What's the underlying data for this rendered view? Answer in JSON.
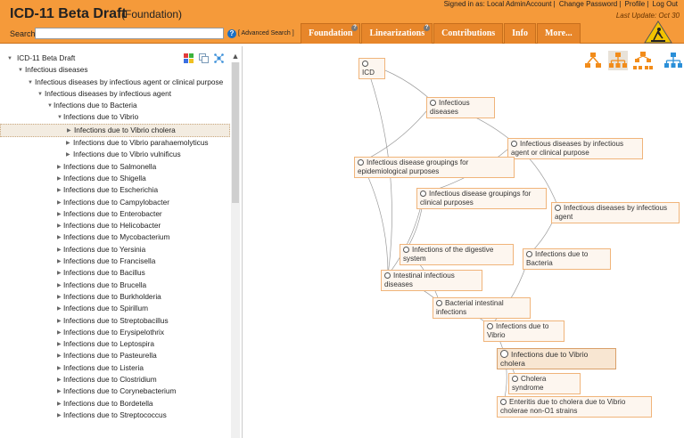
{
  "header": {
    "title": "ICD-11 Beta Draft",
    "subtitle": "(Foundation)",
    "signed_in": "Signed in as: Local AdminAccount",
    "change_password": "Change Password",
    "profile": "Profile",
    "logout": "Log Out",
    "last_update": "Last Update: Oct 30",
    "search_label": "Search",
    "search_value": "",
    "advanced_search": "[ Advanced Search ]",
    "tabs": [
      {
        "label": "Foundation",
        "help": true
      },
      {
        "label": "Linearizations",
        "help": true
      },
      {
        "label": "Contributions",
        "help": false
      },
      {
        "label": "Info",
        "help": false
      },
      {
        "label": "More...",
        "help": false
      }
    ]
  },
  "tree": [
    {
      "label": "ICD-11 Beta Draft",
      "level": 0,
      "arrow": "down"
    },
    {
      "label": "Infectious diseases",
      "level": 1,
      "arrow": "down"
    },
    {
      "label": "Infectious diseases by infectious agent or clinical purpose",
      "level": 2,
      "arrow": "down"
    },
    {
      "label": "Infectious diseases by infectious agent",
      "level": 3,
      "arrow": "down"
    },
    {
      "label": "Infections due to Bacteria",
      "level": 4,
      "arrow": "down"
    },
    {
      "label": "Infections due to Vibrio",
      "level": 5,
      "arrow": "down"
    },
    {
      "label": "Infections due to Vibrio cholera",
      "level": 6,
      "arrow": "right",
      "selected": true
    },
    {
      "label": "Infections due to Vibrio parahaemolyticus",
      "level": 6,
      "arrow": "right"
    },
    {
      "label": "",
      "level": 6,
      "arrow": "none"
    },
    {
      "label": "Infections due to Vibrio vulnificus",
      "level": 6,
      "arrow": "right"
    },
    {
      "label": "Infections due to Salmonella",
      "level": 5,
      "arrow": "right"
    },
    {
      "label": "Infections due to Shigella",
      "level": 5,
      "arrow": "right"
    },
    {
      "label": "Infections due to Escherichia",
      "level": 5,
      "arrow": "right"
    },
    {
      "label": "Infections due to Campylobacter",
      "level": 5,
      "arrow": "right"
    },
    {
      "label": "Infections due to Enterobacter",
      "level": 5,
      "arrow": "right"
    },
    {
      "label": "Infections due to Helicobacter",
      "level": 5,
      "arrow": "right"
    },
    {
      "label": "Infections due to Mycobacterium",
      "level": 5,
      "arrow": "right"
    },
    {
      "label": "Infections due to Yersinia",
      "level": 5,
      "arrow": "right"
    },
    {
      "label": "Infections due to Francisella",
      "level": 5,
      "arrow": "right"
    },
    {
      "label": "Infections due to Bacillus",
      "level": 5,
      "arrow": "right"
    },
    {
      "label": "Infections due to Brucella",
      "level": 5,
      "arrow": "right"
    },
    {
      "label": "Infections due to Burkholderia",
      "level": 5,
      "arrow": "right"
    },
    {
      "label": "Infections due to Spirillum",
      "level": 5,
      "arrow": "right"
    },
    {
      "label": "Infections due to Streptobacillus",
      "level": 5,
      "arrow": "right"
    },
    {
      "label": "Infections due to Erysipelothrix",
      "level": 5,
      "arrow": "right"
    },
    {
      "label": "Infections due to Leptospira",
      "level": 5,
      "arrow": "right"
    },
    {
      "label": "Infections due to Pasteurella",
      "level": 5,
      "arrow": "right"
    },
    {
      "label": "Infections due to Listeria",
      "level": 5,
      "arrow": "right"
    },
    {
      "label": "Infections due to Clostridium",
      "level": 5,
      "arrow": "right"
    },
    {
      "label": "Infections due to Corynebacterium",
      "level": 5,
      "arrow": "right"
    },
    {
      "label": "Infections due to Bordetella",
      "level": 5,
      "arrow": "right"
    },
    {
      "label": "Infections due to Streptococcus",
      "level": 5,
      "arrow": "right"
    }
  ],
  "graph": {
    "nodes": [
      {
        "id": "icd",
        "label": "ICD"
      },
      {
        "id": "inf",
        "label": "Infectious diseases"
      },
      {
        "id": "byagentclin",
        "label": "Infectious diseases by infectious agent or clinical purpose"
      },
      {
        "id": "epi",
        "label": "Infectious disease groupings for epidemiological purposes"
      },
      {
        "id": "clin",
        "label": "Infectious disease groupings for clinical purposes"
      },
      {
        "id": "byagent",
        "label": "Infectious diseases by infectious agent"
      },
      {
        "id": "digest",
        "label": "Infections of the digestive system"
      },
      {
        "id": "bact",
        "label": "Infections due to Bacteria"
      },
      {
        "id": "intest",
        "label": "Intestinal infectious diseases"
      },
      {
        "id": "bactint",
        "label": "Bacterial intestinal infections"
      },
      {
        "id": "vibrio",
        "label": "Infections due to Vibrio"
      },
      {
        "id": "cholera",
        "label": "Infections due to Vibrio cholera",
        "focus": true
      },
      {
        "id": "syndrome",
        "label": "Cholera syndrome"
      },
      {
        "id": "enteritis",
        "label": "Enteritis due to cholera due to Vibrio cholerae non-O1 strains"
      }
    ],
    "edges": [
      [
        "icd",
        "inf"
      ],
      [
        "inf",
        "byagentclin"
      ],
      [
        "inf",
        "epi"
      ],
      [
        "byagentclin",
        "clin"
      ],
      [
        "byagentclin",
        "byagent"
      ],
      [
        "epi",
        "intest"
      ],
      [
        "clin",
        "digest"
      ],
      [
        "clin",
        "intest"
      ],
      [
        "byagent",
        "bact"
      ],
      [
        "icd",
        "intest"
      ],
      [
        "digest",
        "bactint"
      ],
      [
        "intest",
        "bactint"
      ],
      [
        "bact",
        "vibrio"
      ],
      [
        "bactint",
        "vibrio"
      ],
      [
        "vibrio",
        "cholera"
      ],
      [
        "cholera",
        "syndrome"
      ],
      [
        "cholera",
        "enteritis"
      ]
    ]
  }
}
